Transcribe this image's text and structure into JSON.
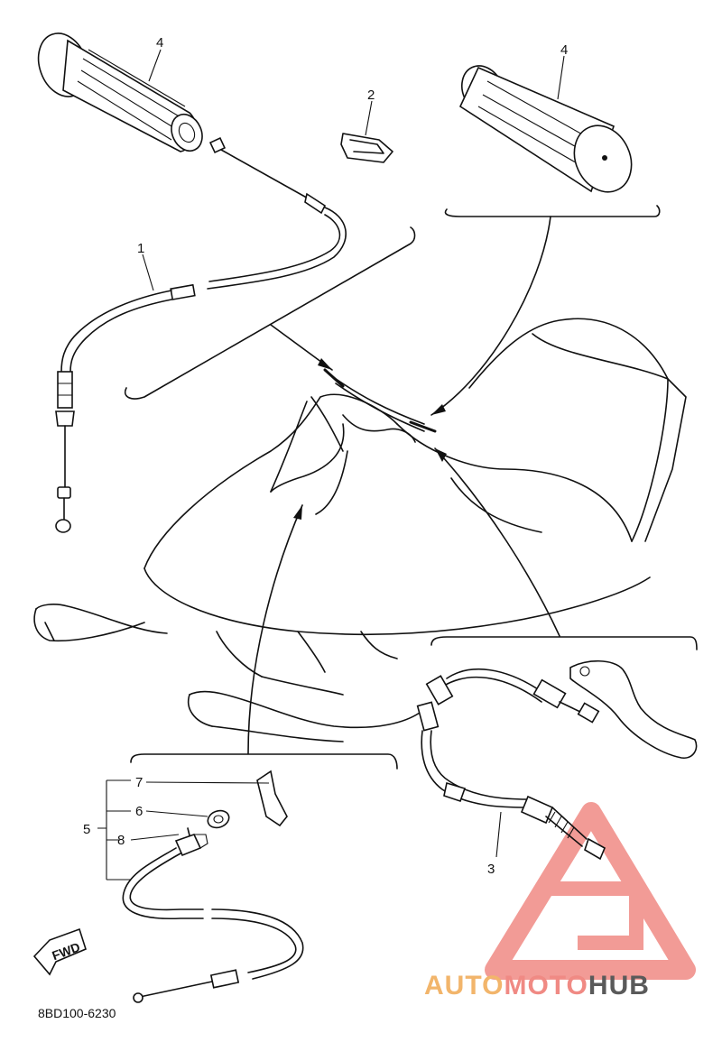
{
  "parts": {
    "p1": "1",
    "p2": "2",
    "p3": "3",
    "p4_left": "4",
    "p4_right": "4",
    "p5": "5",
    "p6": "6",
    "p7": "7",
    "p8": "8"
  },
  "diagram_code": "8BD100-6230",
  "fwd_label": "FWD",
  "watermark": {
    "part1": "AUTO",
    "part2": "MOTO",
    "part3": "HUB",
    "colors": {
      "auto": "#f2b56b",
      "moto": "#f08a84",
      "hub": "#5a5a5a",
      "triangle": "#f08a84"
    }
  }
}
